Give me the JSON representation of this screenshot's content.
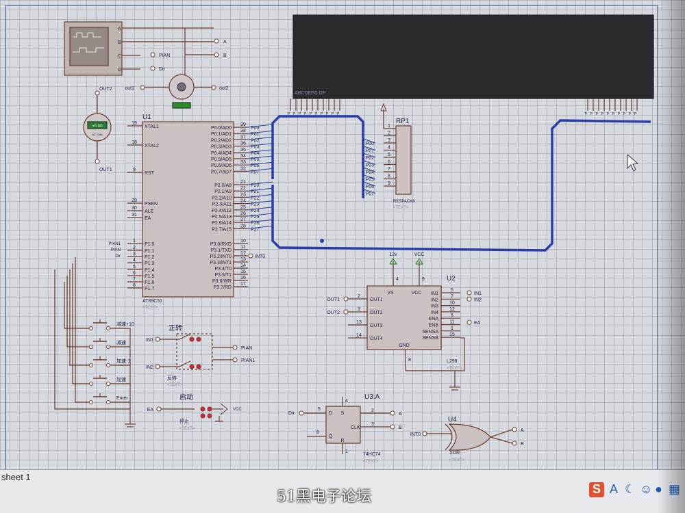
{
  "sheet_tab": "sheet 1",
  "watermark": "51黑电子论坛",
  "tray_icons": [
    "sogou-icon",
    "A",
    "moon-icon",
    "smile-icon",
    "mic-icon",
    "keyboard-icon"
  ],
  "u1": {
    "ref": "U1",
    "part": "AT89C51",
    "text": "<TEXT>",
    "left_pins": [
      {
        "num": "19",
        "name": "XTAL1"
      },
      {
        "num": "18",
        "name": "XTAL2"
      },
      {
        "num": "9",
        "name": "RST"
      },
      {
        "num": "29",
        "name": "PSEN"
      },
      {
        "num": "30",
        "name": "ALE"
      },
      {
        "num": "31",
        "name": "EA"
      },
      {
        "num": "1",
        "name": "P1.0"
      },
      {
        "num": "2",
        "name": "P1.1"
      },
      {
        "num": "3",
        "name": "P1.2"
      },
      {
        "num": "4",
        "name": "P1.3"
      },
      {
        "num": "5",
        "name": "P1.4"
      },
      {
        "num": "6",
        "name": "P1.5"
      },
      {
        "num": "7",
        "name": "P1.6"
      },
      {
        "num": "8",
        "name": "P1.7"
      }
    ],
    "right_pins": [
      {
        "num": "39",
        "name": "P0.0/AD0",
        "net": "P00"
      },
      {
        "num": "38",
        "name": "P0.1/AD1",
        "net": "P01"
      },
      {
        "num": "37",
        "name": "P0.2/AD2",
        "net": "P02"
      },
      {
        "num": "36",
        "name": "P0.3/AD3",
        "net": "P03"
      },
      {
        "num": "35",
        "name": "P0.4/AD4",
        "net": "P04"
      },
      {
        "num": "34",
        "name": "P0.5/AD5",
        "net": "P05"
      },
      {
        "num": "33",
        "name": "P0.6/AD6",
        "net": "P06"
      },
      {
        "num": "32",
        "name": "P0.7/AD7",
        "net": "P07"
      },
      {
        "num": "21",
        "name": "P2.0/A8",
        "net": "P20"
      },
      {
        "num": "22",
        "name": "P2.1/A9",
        "net": "P21"
      },
      {
        "num": "23",
        "name": "P2.2/A10",
        "net": "P22"
      },
      {
        "num": "24",
        "name": "P2.3/A11",
        "net": "P23"
      },
      {
        "num": "25",
        "name": "P2.4/A12",
        "net": "P24"
      },
      {
        "num": "26",
        "name": "P2.5/A13",
        "net": "P25"
      },
      {
        "num": "27",
        "name": "P2.6/A14",
        "net": "P26"
      },
      {
        "num": "28",
        "name": "P2.7/A15",
        "net": "P27"
      },
      {
        "num": "10",
        "name": "P3.0/RXD",
        "net": ""
      },
      {
        "num": "11",
        "name": "P3.1/TXD",
        "net": ""
      },
      {
        "num": "12",
        "name": "P3.2/INT0",
        "net": "INT0"
      },
      {
        "num": "13",
        "name": "P3.3/INT1",
        "net": ""
      },
      {
        "num": "14",
        "name": "P3.4/T0",
        "net": ""
      },
      {
        "num": "15",
        "name": "P3.5/T1",
        "net": ""
      },
      {
        "num": "16",
        "name": "P3.6/WR",
        "net": ""
      },
      {
        "num": "17",
        "name": "P3.7/RD",
        "net": ""
      }
    ],
    "p1_nets": [
      "PIAN1",
      "PIAN",
      "Dir"
    ]
  },
  "scope": {
    "channels": [
      "A",
      "B",
      "C",
      "D"
    ],
    "nets": [
      "PIAN",
      "Dir"
    ],
    "right": [
      "A",
      "B"
    ]
  },
  "motor": {
    "left": "out1",
    "right": "out2"
  },
  "meter": {
    "top": "OUT2",
    "bottom": "OUT1",
    "readout": "+0.00",
    "unit": "AC Volts"
  },
  "lcd": {
    "pins": "ABCDEFG DP"
  },
  "rp1": {
    "ref": "RP1",
    "part": "RESPACK8",
    "text": "<TEXT>",
    "pins": [
      "1",
      "2",
      "3",
      "4",
      "5",
      "6",
      "7",
      "8",
      "9"
    ],
    "nets": [
      "P00",
      "P01",
      "P02",
      "P03",
      "P04",
      "P05",
      "P06",
      "P07"
    ]
  },
  "u2": {
    "ref": "U2",
    "part": "L298",
    "text": "<TEXT>",
    "top": [
      {
        "num": "4",
        "name": "VS",
        "label": "12v"
      },
      {
        "num": "9",
        "name": "VCC",
        "label": "VCC"
      }
    ],
    "left": [
      {
        "num": "2",
        "name": "OUT1",
        "net": "OUT1"
      },
      {
        "num": "3",
        "name": "OUT2",
        "net": "OUT2"
      },
      {
        "num": "13",
        "name": "OUT3",
        "net": ""
      },
      {
        "num": "14",
        "name": "OUT4",
        "net": ""
      }
    ],
    "right": [
      {
        "num": "5",
        "name": "IN1",
        "net": "IN1"
      },
      {
        "num": "7",
        "name": "IN2",
        "net": "IN2"
      },
      {
        "num": "10",
        "name": "IN3",
        "net": ""
      },
      {
        "num": "12",
        "name": "IN4",
        "net": ""
      },
      {
        "num": "6",
        "name": "ENA",
        "net": "EA"
      },
      {
        "num": "11",
        "name": "ENB",
        "net": ""
      },
      {
        "num": "1",
        "name": "SENSA",
        "net": ""
      },
      {
        "num": "15",
        "name": "SENSB",
        "net": ""
      }
    ],
    "gnd": {
      "num": "8",
      "name": "GND"
    }
  },
  "buttons": [
    "减速+10",
    "减速",
    "加速-1",
    "加速",
    "Enter"
  ],
  "dir_switch": {
    "title": "正转",
    "sub": "反转",
    "text": "<TEXT>",
    "in": [
      "IN1",
      "IN2"
    ],
    "out": [
      "PIAN",
      "PIAN1"
    ]
  },
  "start_switch": {
    "title": "启动",
    "sub": "停止",
    "text": "<TEXT>",
    "net": "EA",
    "vcc": "VCC"
  },
  "u3": {
    "ref": "U3:A",
    "part": "74HC74",
    "text": "<TEXT>",
    "pins": {
      "d": "D",
      "clk": "CLK",
      "q": "Q",
      "qb": "Q̄",
      "s": "S",
      "r": "R"
    },
    "nums": {
      "d": "2",
      "clk": "3",
      "q": "5",
      "qb": "6",
      "s": "4",
      "r": "1"
    },
    "dir": "Dir",
    "outs": [
      "A",
      "B"
    ]
  },
  "u4": {
    "ref": "U4",
    "part": "XOR",
    "text": "<TEXT>",
    "in": "INT0",
    "outs": [
      "A",
      "B"
    ]
  }
}
